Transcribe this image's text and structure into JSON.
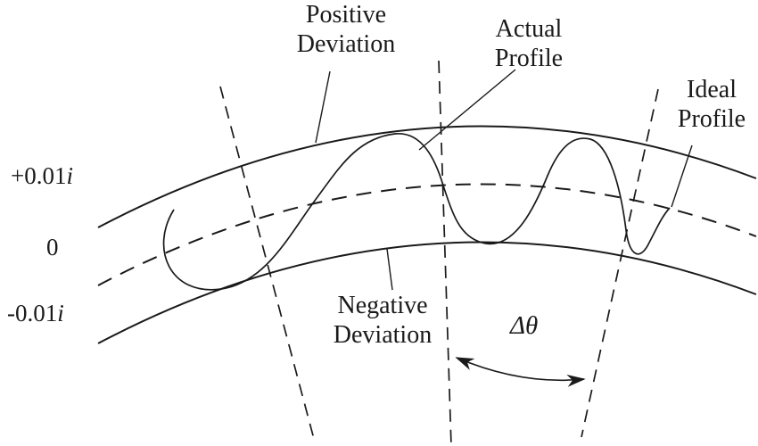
{
  "labels": {
    "positive_deviation": "Positive Deviation",
    "actual_profile": "Actual Profile",
    "ideal_profile": "Ideal Profile",
    "negative_deviation": "Negative Deviation",
    "angle_increment": "Δθ"
  },
  "axis": {
    "plus": {
      "value": "+0.01",
      "symbol": "i"
    },
    "zero": {
      "value": "0"
    },
    "minus": {
      "value": "-0.01",
      "symbol": "i"
    }
  },
  "colors": {
    "ink": "#1a1a1a",
    "background": "#ffffff"
  }
}
